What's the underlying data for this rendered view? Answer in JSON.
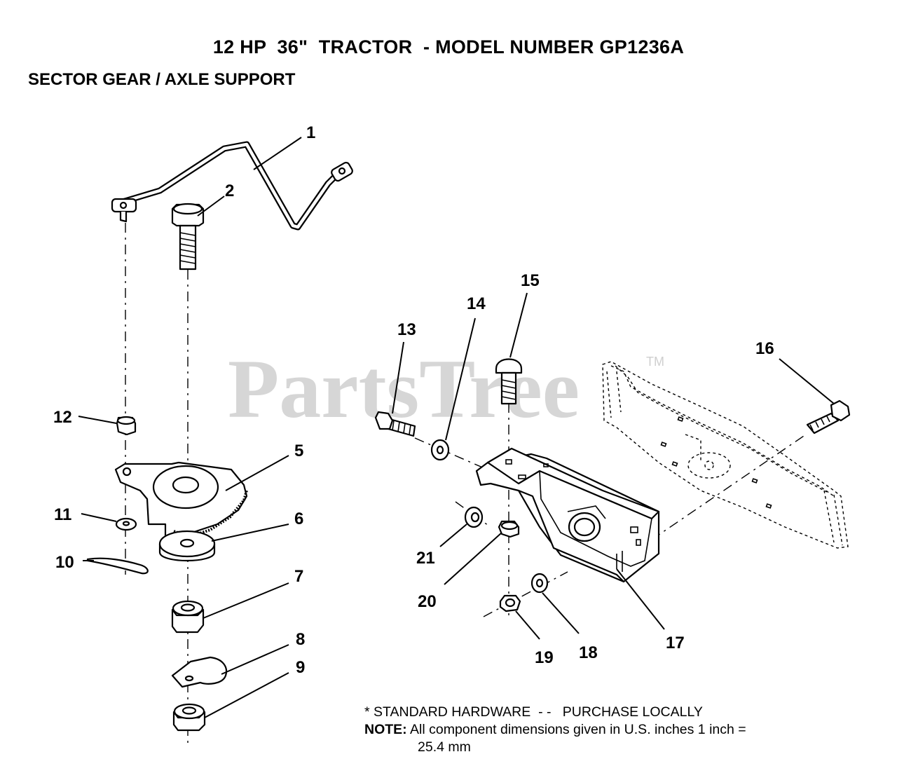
{
  "header": {
    "title": "12 HP  36\"  TRACTOR  - MODEL NUMBER GP1236A",
    "subtitle": "SECTOR GEAR / AXLE SUPPORT"
  },
  "watermark": {
    "text": "PartsTree",
    "mark": "TM"
  },
  "callouts": {
    "c1": "1",
    "c2": "2",
    "c5": "5",
    "c6": "6",
    "c7": "7",
    "c8": "8",
    "c9": "9",
    "c10": "10",
    "c11": "11",
    "c12": "12",
    "c13": "13",
    "c14": "14",
    "c15": "15",
    "c16": "16",
    "c17": "17",
    "c18": "18",
    "c19": "19",
    "c20": "20",
    "c21": "21"
  },
  "notes": {
    "standard": "* STANDARD HARDWARE  - -   PURCHASE LOCALLY",
    "note_label": "NOTE:",
    "note_line1": " All component dimensions given in U.S. inches 1 inch =",
    "note_line2": "25.4 mm"
  }
}
